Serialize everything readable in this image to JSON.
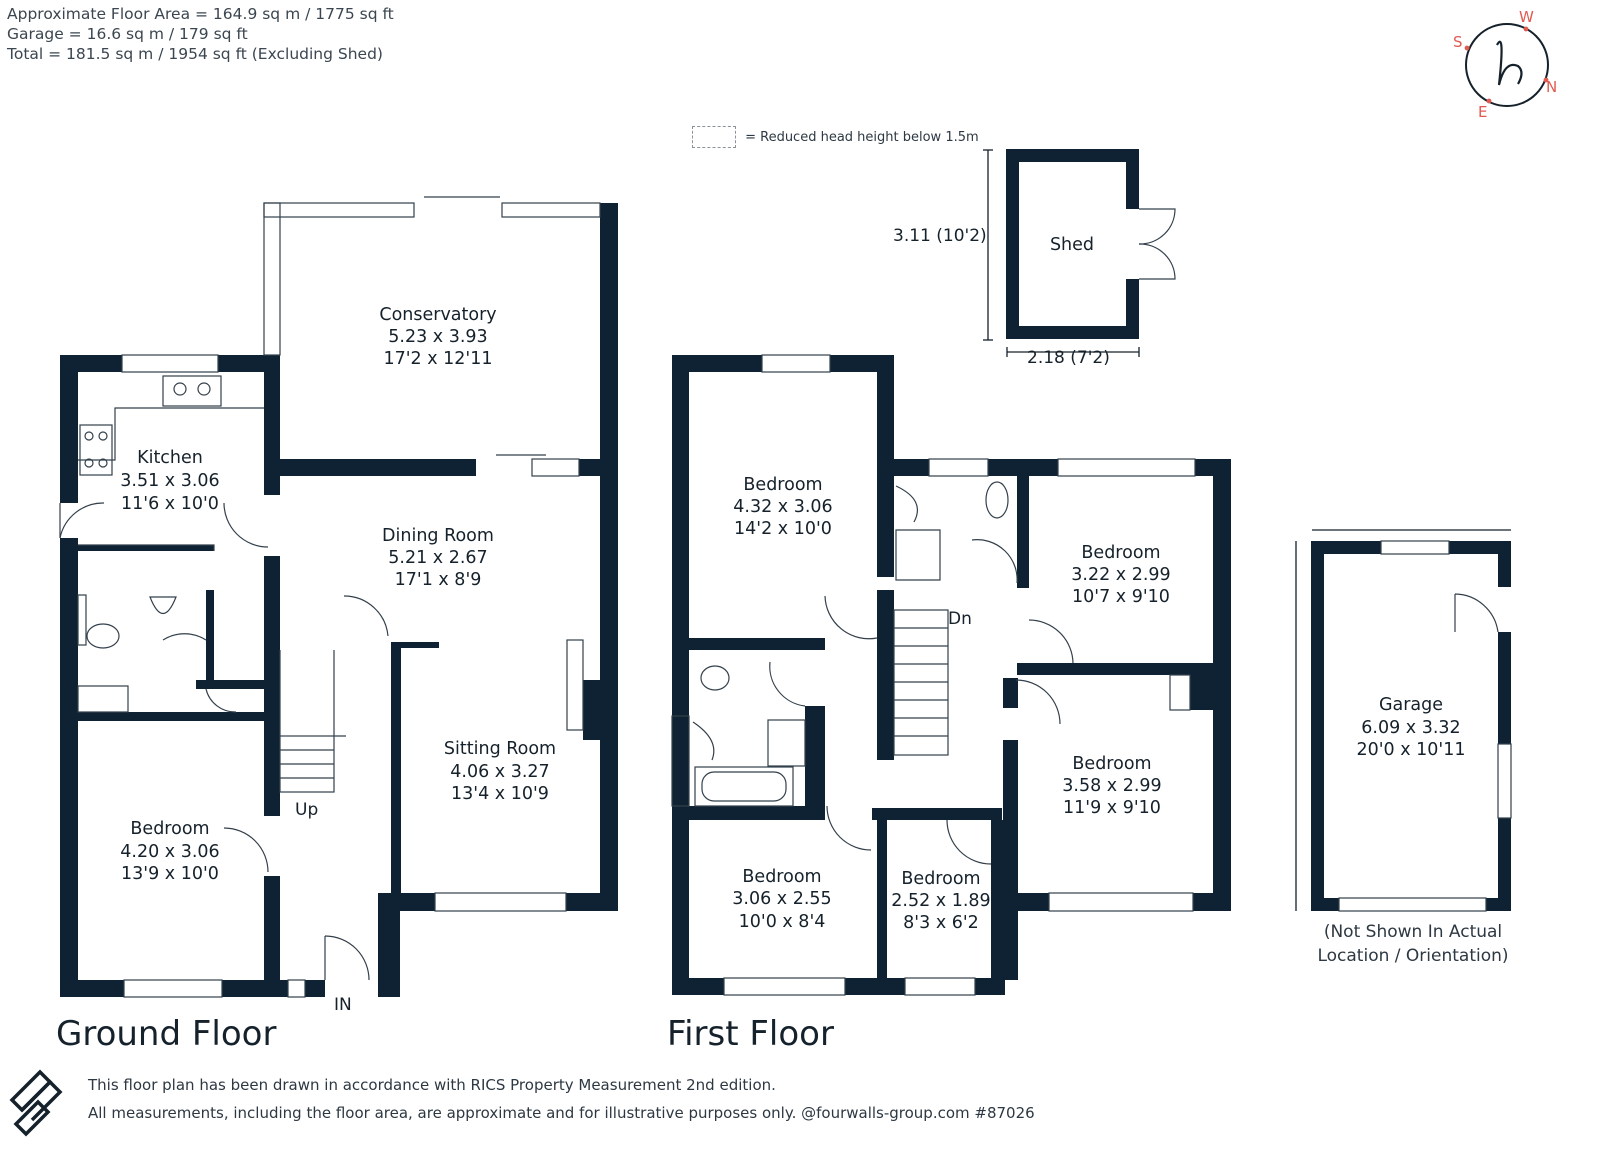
{
  "areas": {
    "line1": "Approximate Floor Area = 164.9 sq m / 1775 sq ft",
    "line2": "Garage = 16.6 sq m / 179 sq ft",
    "line3": "Total = 181.5 sq m / 1954 sq ft (Excluding Shed)"
  },
  "compass": {
    "S": "S",
    "W": "W",
    "N": "N",
    "E": "E"
  },
  "legend_text": "= Reduced head height below 1.5m",
  "floors": {
    "ground": "Ground Floor",
    "first": "First Floor"
  },
  "ground_rooms": [
    {
      "name": "Conservatory",
      "metric": "5.23 x 3.93",
      "imperial": "17'2 x 12'11"
    },
    {
      "name": "Kitchen",
      "metric": "3.51 x 3.06",
      "imperial": "11'6 x 10'0"
    },
    {
      "name": "Dining Room",
      "metric": "5.21 x 2.67",
      "imperial": "17'1 x 8'9"
    },
    {
      "name": "Sitting Room",
      "metric": "4.06 x 3.27",
      "imperial": "13'4 x 10'9"
    },
    {
      "name": "Bedroom",
      "metric": "4.20 x 3.06",
      "imperial": "13'9 x 10'0"
    }
  ],
  "ground_labels": {
    "up": "Up",
    "entrance": "IN"
  },
  "first_rooms": [
    {
      "name": "Bedroom",
      "metric": "4.32 x 3.06",
      "imperial": "14'2 x 10'0"
    },
    {
      "name": "Bedroom",
      "metric": "3.22 x 2.99",
      "imperial": "10'7 x 9'10"
    },
    {
      "name": "Bedroom",
      "metric": "3.58 x 2.99",
      "imperial": "11'9 x 9'10"
    },
    {
      "name": "Bedroom",
      "metric": "3.06 x 2.55",
      "imperial": "10'0 x 8'4"
    },
    {
      "name": "Bedroom",
      "metric": "2.52 x 1.89",
      "imperial": "8'3 x 6'2"
    }
  ],
  "first_labels": {
    "down": "Dn"
  },
  "shed": {
    "name": "Shed",
    "height_dim": "3.11 (10'2)",
    "width_dim": "2.18 (7'2)"
  },
  "garage": {
    "name": "Garage",
    "metric": "6.09 x 3.32",
    "imperial": "20'0 x 10'11"
  },
  "garage_note": {
    "line1": "(Not Shown In Actual",
    "line2": "Location / Orientation)"
  },
  "footer": {
    "line1": "This floor plan has been drawn in accordance with RICS Property Measurement 2nd edition.",
    "line2": "All measurements, including the floor area, are approximate and for illustrative purposes only. @fourwalls-group.com #87026"
  },
  "colors": {
    "wall": "#0f2233",
    "text": "#15212b",
    "compass_accent": "#e05a50"
  }
}
